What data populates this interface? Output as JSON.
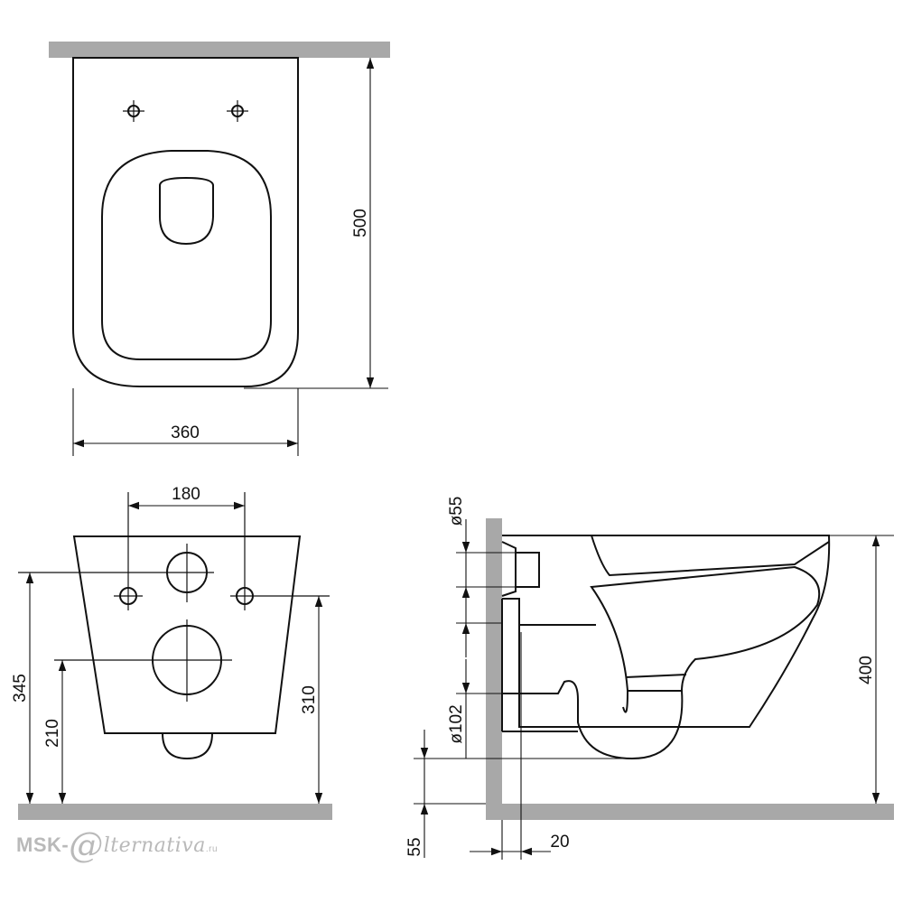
{
  "top_view": {
    "width_label": "360",
    "depth_label": "500"
  },
  "front_view": {
    "bolt_spacing_label": "180",
    "inlet_height_label": "345",
    "outlet_height_label": "210",
    "bolt_height_label": "310"
  },
  "side_view": {
    "inlet_diameter_label": "ø55",
    "outlet_diameter_label": "ø102",
    "rim_height_label": "400",
    "outlet_offset_label": "55",
    "wall_gap_label": "20"
  },
  "watermark": {
    "prefix": "MSK-",
    "at_symbol": "@",
    "rest": "lternativa",
    "tld": ".ru"
  },
  "colors": {
    "line": "#111111",
    "wall": "#a8a8a8",
    "watermark": "#b9b9b9"
  }
}
